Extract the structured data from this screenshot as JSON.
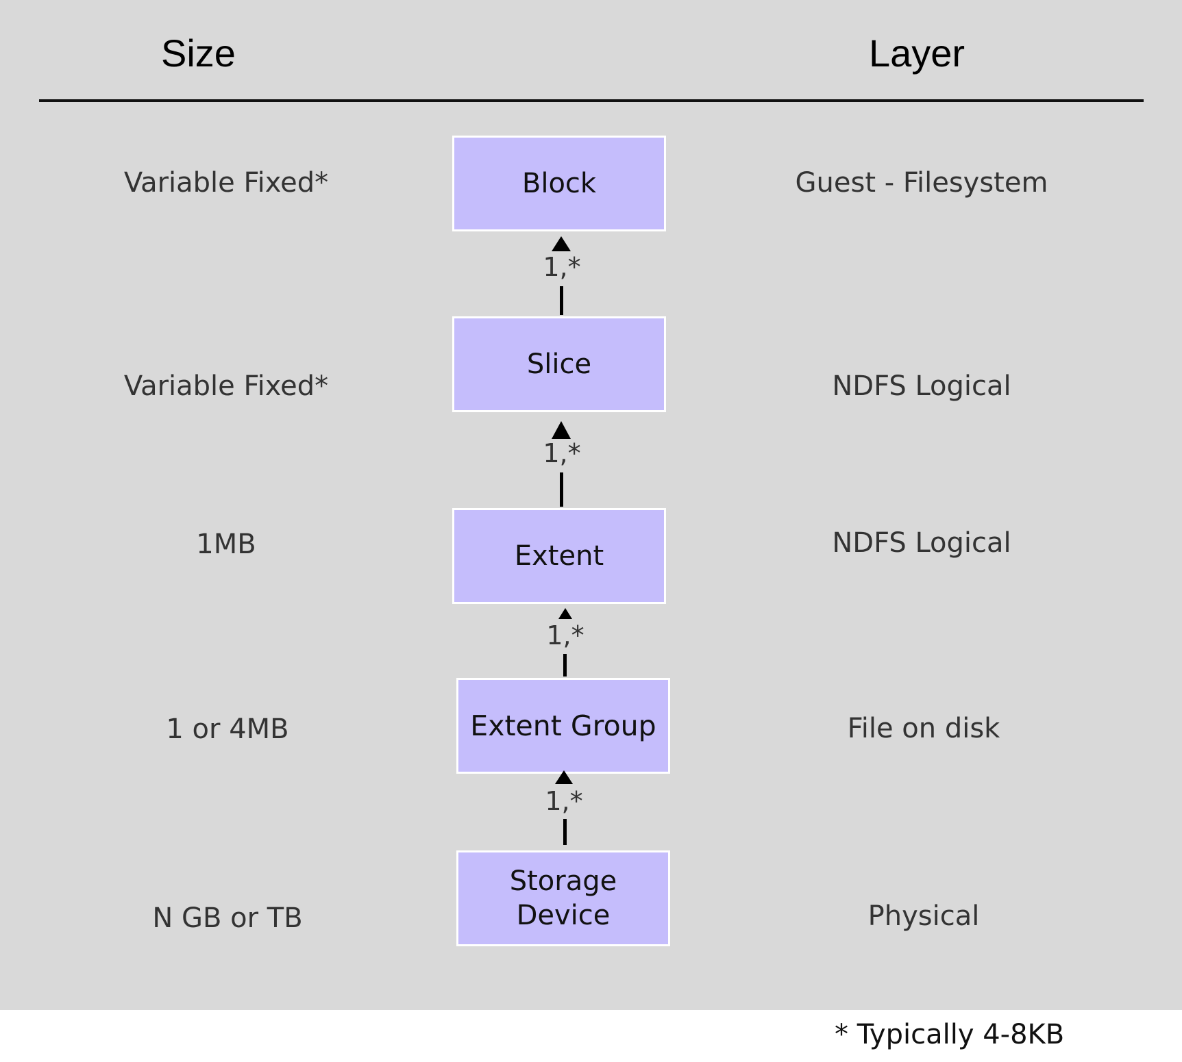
{
  "header": {
    "size": "Size",
    "layer": "Layer"
  },
  "rows": [
    {
      "box": "Block",
      "size": "Variable Fixed*",
      "layer": "Guest - Filesystem"
    },
    {
      "box": "Slice",
      "size": "Variable Fixed*",
      "layer": "NDFS Logical"
    },
    {
      "box": "Extent",
      "size": "1MB",
      "layer": "NDFS Logical"
    },
    {
      "box": "Extent Group",
      "size": "1 or 4MB",
      "layer": "File on disk"
    },
    {
      "box": "Storage Device",
      "size": "N GB or TB",
      "layer": "Physical"
    }
  ],
  "links": [
    {
      "from": "Slice",
      "to": "Block",
      "multiplicity": "1,*"
    },
    {
      "from": "Extent",
      "to": "Slice",
      "multiplicity": "1,*"
    },
    {
      "from": "Extent Group",
      "to": "Extent",
      "multiplicity": "1,*"
    },
    {
      "from": "Storage Device",
      "to": "Extent Group",
      "multiplicity": "1,*"
    }
  ],
  "footnote": "* Typically 4-8KB",
  "colors": {
    "box_fill": "#c5bdfc",
    "background": "#d9d9d9"
  }
}
